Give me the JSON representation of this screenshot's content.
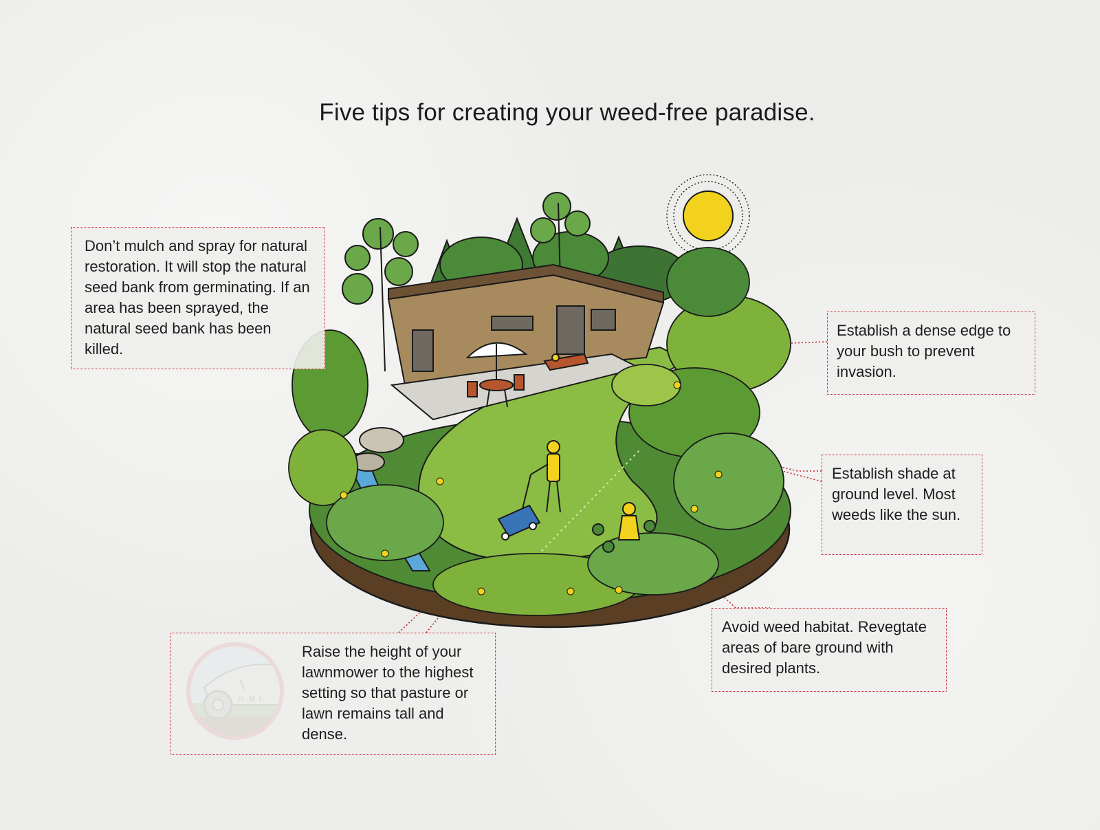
{
  "title": "Five tips for creating your weed-free paradise.",
  "tips": {
    "mulch": "Don’t mulch and spray for natural restoration. It will stop the natural seed bank from germinating. If an area has been sprayed, the natural seed bank has been killed.",
    "edge": "Establish a dense edge to your bush to prevent invasion.",
    "shade": "Establish shade at ground level. Most weeds like the sun.",
    "habitat": "Avoid weed habitat. Revegtate areas of bare ground with desired plants.",
    "mower": "Raise the height of your lawnmower to the highest setting so that pasture or lawn remains tall and dense."
  },
  "mower_gauge": {
    "high": "H",
    "medium": "M",
    "low": "L"
  },
  "colors": {
    "accent": "#c8202a",
    "grass": "#8bbd45",
    "soil": "#5a3f24",
    "sun": "#f2d21c",
    "water": "#5aa9d8",
    "house": "#a88a5f"
  }
}
